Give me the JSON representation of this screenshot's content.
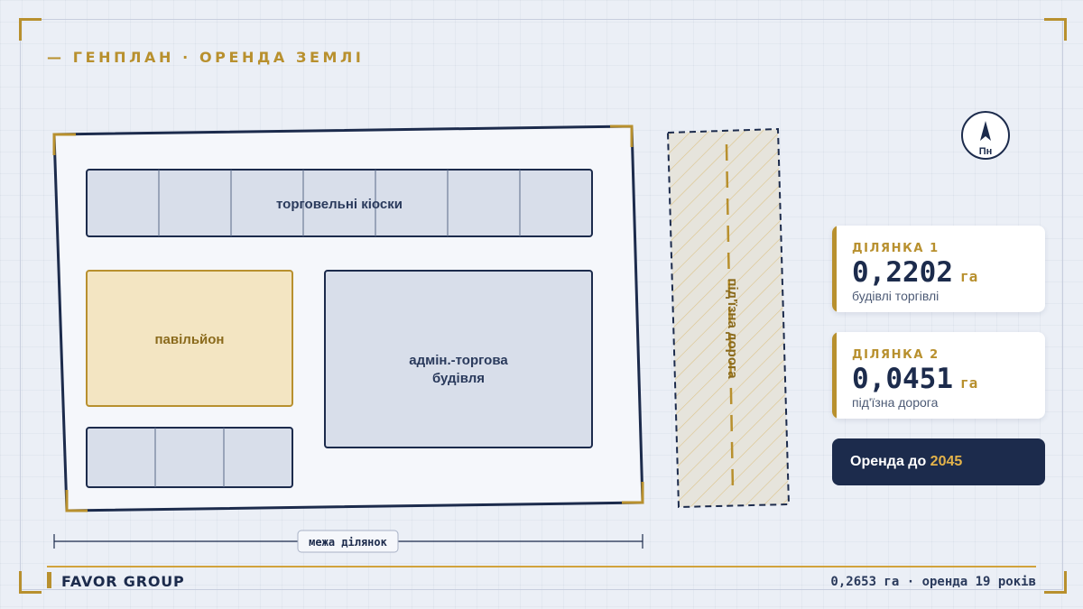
{
  "header": {
    "title": "— ГЕНПЛАН · ОРЕНДА ЗЕМЛІ"
  },
  "plan": {
    "kiosks_label": "торговельні кіоски",
    "pavilion_label": "павільйон",
    "admin_label_line1": "адмін.-торгова",
    "admin_label_line2": "будівля",
    "road_label": "під'їзна дорога",
    "compass_label": "Пн",
    "boundary_label": "межа ділянок"
  },
  "plots": [
    {
      "label": "ДІЛЯНКА 1",
      "area": "0,2202",
      "unit": "га",
      "purpose": "будівлі торгівлі"
    },
    {
      "label": "ДІЛЯНКА 2",
      "area": "0,0451",
      "unit": "га",
      "purpose": "під'їзна дорога"
    }
  ],
  "lease": {
    "text": "Оренда до",
    "year": "2045"
  },
  "footer": {
    "brand": "FAVOR GROUP",
    "summary": "0,2653 га · оренда 19 років"
  },
  "colors": {
    "navy": "#1c2b4c",
    "gold": "#b8902e",
    "building_fill": "#d8deea",
    "pavilion_fill": "#f3e5c2",
    "road_fill": "#e6e4dc"
  }
}
